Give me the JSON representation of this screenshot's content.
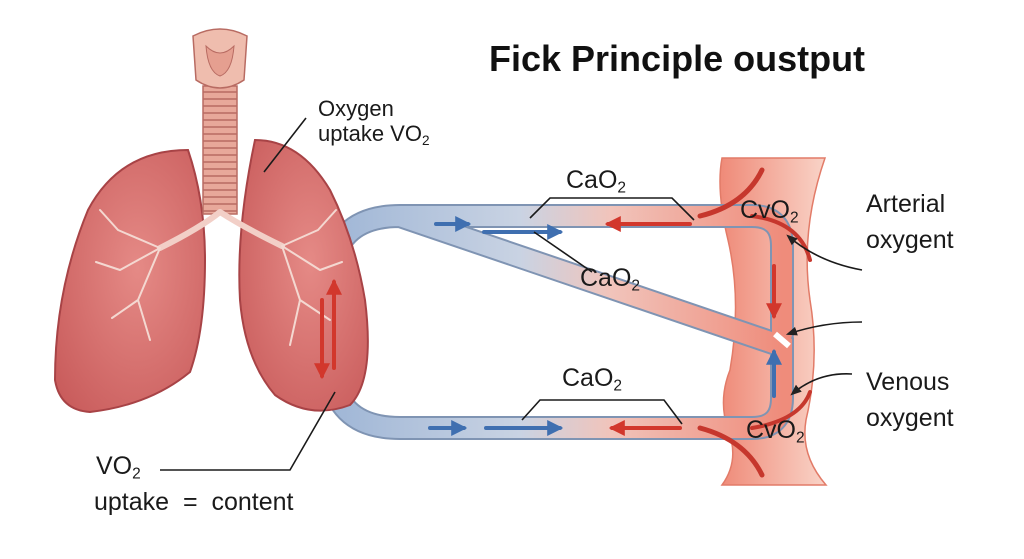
{
  "title": "Fick Principle oustput",
  "labels": {
    "oxygen_uptake_line1": "Oxygen",
    "oxygen_uptake_line2": "uptake VO",
    "oxygen_uptake_sub": "2",
    "top_cao2": "CaO",
    "mid_cao2": "CaO",
    "bottom_cao2": "CaO",
    "top_cvo2": "CvO",
    "bottom_cvo2": "CvO",
    "o2_sub": "2",
    "arterial_line1": "Arterial",
    "arterial_line2": "oxygent",
    "venous_line1": "Venous",
    "venous_line2": "oxygent",
    "vo2_main": "VO",
    "vo2_sub": "2",
    "equation": "uptake  =  content"
  },
  "colors": {
    "lung_fill": "#d9706f",
    "lung_dark": "#b94a4d",
    "trachea": "#e8a89a",
    "vessel_blue": "#3f6fb0",
    "vessel_red": "#d2372c",
    "tissue_fill": "#f4a08c",
    "text": "#1a1a1a"
  }
}
